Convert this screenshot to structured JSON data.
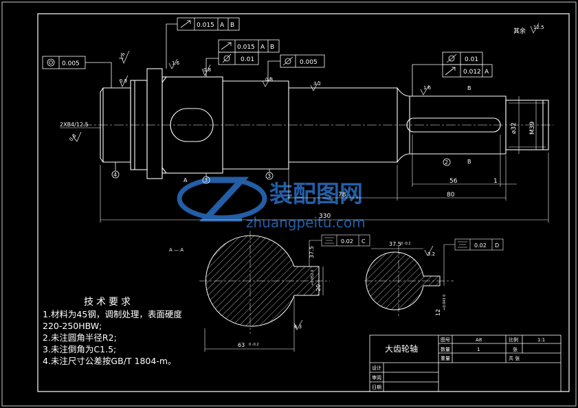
{
  "colors": {
    "background": "#000000",
    "line": "#ffffff",
    "watermark": "#2a6fc4"
  },
  "gdt": {
    "top_runout": {
      "symbol": "runout",
      "tolerance": "0.015",
      "datums": [
        "A",
        "B"
      ]
    },
    "mid_runout": {
      "symbol": "runout",
      "tolerance": "0.015",
      "datums": [
        "A",
        "B"
      ]
    },
    "mid_cyl": {
      "symbol": "cylindricity",
      "tolerance": "0.01"
    },
    "right_cyl": {
      "symbol": "cylindricity",
      "tolerance": "0.005"
    },
    "left_conc": {
      "symbol": "concentricity",
      "tolerance": "0.005"
    },
    "far_right_cyl": {
      "symbol": "cylindricity",
      "tolerance": "0.01"
    },
    "far_right_runout": {
      "symbol": "runout",
      "tolerance": "0.012",
      "datum": "A"
    },
    "section_left_sym": {
      "symbol": "symmetry",
      "tolerance": "0.02",
      "datum": "C"
    },
    "section_right_sym": {
      "symbol": "symmetry",
      "tolerance": "0.02",
      "datum": "D"
    }
  },
  "labels": {
    "other": "其余",
    "other_ra": "12.5",
    "section_aa": "A — A",
    "center_hole": "2XB4/12.5",
    "datum_a": "A",
    "datum_b": "B",
    "datum_c": "C",
    "datum_d": "D",
    "ra_08": "0.8",
    "ra_16": "1.6",
    "ra_32": "3.2",
    "ra_63": "6.3",
    "watermark_cn": "装配图网",
    "watermark_url": "zhuangpeitu.com",
    "circle_nums": [
      "4",
      "3",
      "3",
      "2"
    ]
  },
  "dims": {
    "total_length": "330",
    "len_78": "78",
    "len_80": "80",
    "len_56": "56",
    "len_1": "1",
    "dia_32": "⌀32",
    "m39": "M39",
    "sec_a_width": "63",
    "sec_a_width_tol": "0 -0.2",
    "sec_a_key": "20",
    "sec_a_key_tol": "+0.052 0",
    "sec_a_depth": "37.5",
    "sec_b_width": "37.5",
    "sec_b_width_tol": "0 -0.2",
    "sec_b_key": "12",
    "sec_b_key_tol": "+0.043 0"
  },
  "tech_req": {
    "title": "技术要求",
    "items": [
      "1.材料为45钢，调制处理，表面硬度",
      "220-250HBW;",
      "2.未注圆角半径R2;",
      "3.未注倒角为C1.5;",
      "4.未注尺寸公差按GB/T 1804-m。"
    ]
  },
  "title_block": {
    "part_name": "大齿轮轴",
    "drawing_no_label": "图号",
    "drawing_no": "A8",
    "scale_label": "比例",
    "scale": "1:1",
    "quantity_label": "数量",
    "quantity": "1",
    "sheet_label": "张",
    "weight_label": "重量",
    "total_sheets_label": "共 张",
    "designer_label": "设计",
    "reviewer_label": "审阅",
    "date_label": "日期"
  }
}
